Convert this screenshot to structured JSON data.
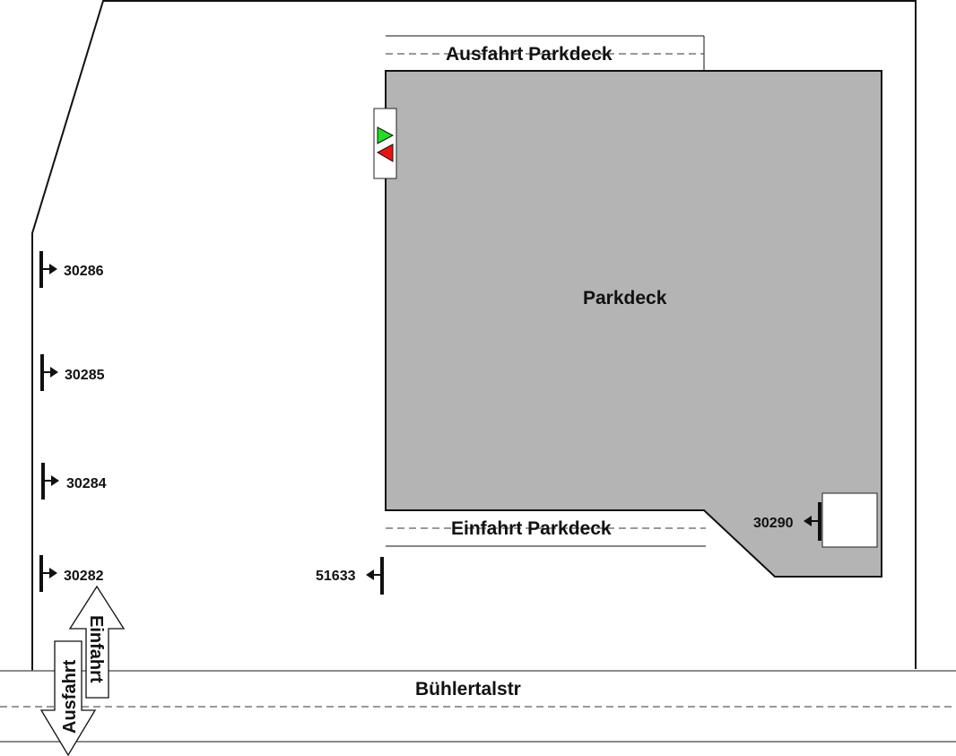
{
  "map": {
    "title": "Parkdeck",
    "parkdeck_label": "Parkdeck",
    "exit_lane_label": "Ausfahrt Parkdeck",
    "entry_lane_label": "Einfahrt Parkdeck",
    "street_label": "Bühlertalstr",
    "arrow_in_label": "Einfahrt",
    "arrow_out_label": "Ausfahrt",
    "colors": {
      "parkdeck_fill": "#b4b4b4",
      "signal_green": "#22dd22",
      "signal_red": "#ee1111",
      "line": "#111111",
      "street_line": "#777777"
    },
    "signal": {
      "icons": [
        "green-triangle-right",
        "red-triangle-left"
      ]
    },
    "markers": [
      {
        "id": "30286",
        "direction": "right"
      },
      {
        "id": "30285",
        "direction": "right"
      },
      {
        "id": "30284",
        "direction": "right"
      },
      {
        "id": "30282",
        "direction": "right"
      },
      {
        "id": "51633",
        "direction": "left"
      },
      {
        "id": "30290",
        "direction": "left"
      }
    ]
  }
}
